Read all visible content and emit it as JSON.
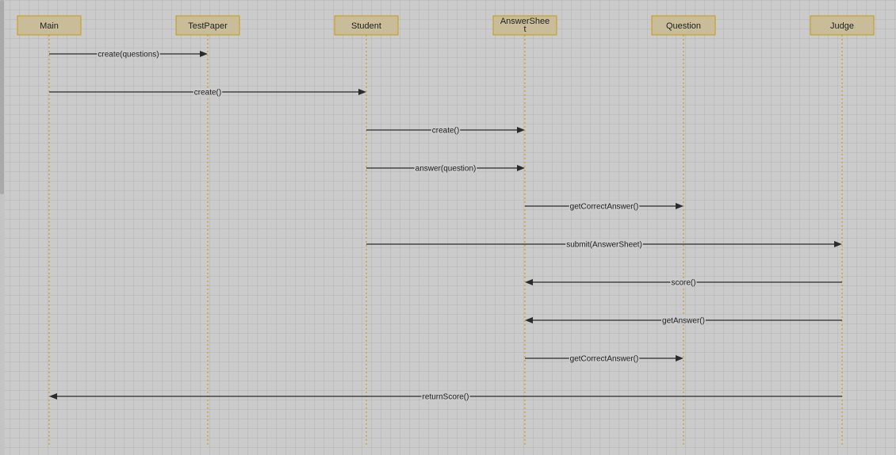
{
  "participants": [
    {
      "id": "main",
      "label": [
        "Main"
      ]
    },
    {
      "id": "testpaper",
      "label": [
        "TestPaper"
      ]
    },
    {
      "id": "student",
      "label": [
        "Student"
      ]
    },
    {
      "id": "answersheet",
      "label": [
        "AnswerShee",
        "t"
      ]
    },
    {
      "id": "question",
      "label": [
        "Question"
      ]
    },
    {
      "id": "judge",
      "label": [
        "Judge"
      ]
    }
  ],
  "messages": [
    {
      "from": "main",
      "to": "testpaper",
      "label": "create(questions)"
    },
    {
      "from": "main",
      "to": "student",
      "label": "create()"
    },
    {
      "from": "student",
      "to": "answersheet",
      "label": "create()"
    },
    {
      "from": "student",
      "to": "answersheet",
      "label": "answer(question)"
    },
    {
      "from": "answersheet",
      "to": "question",
      "label": "getCorrectAnswer()"
    },
    {
      "from": "student",
      "to": "judge",
      "label": "submit(AnswerSheet)"
    },
    {
      "from": "judge",
      "to": "answersheet",
      "label": "score()"
    },
    {
      "from": "judge",
      "to": "answersheet",
      "label": "getAnswer()"
    },
    {
      "from": "answersheet",
      "to": "question",
      "label": "getCorrectAnswer()"
    },
    {
      "from": "judge",
      "to": "main",
      "label": "returnScore()"
    }
  ],
  "colors": {
    "background": "#cbcbcb",
    "box_fill": "#c8bd98",
    "box_border": "#c9a227",
    "lifeline": "#c9a227",
    "arrow": "#2b2b2b"
  }
}
